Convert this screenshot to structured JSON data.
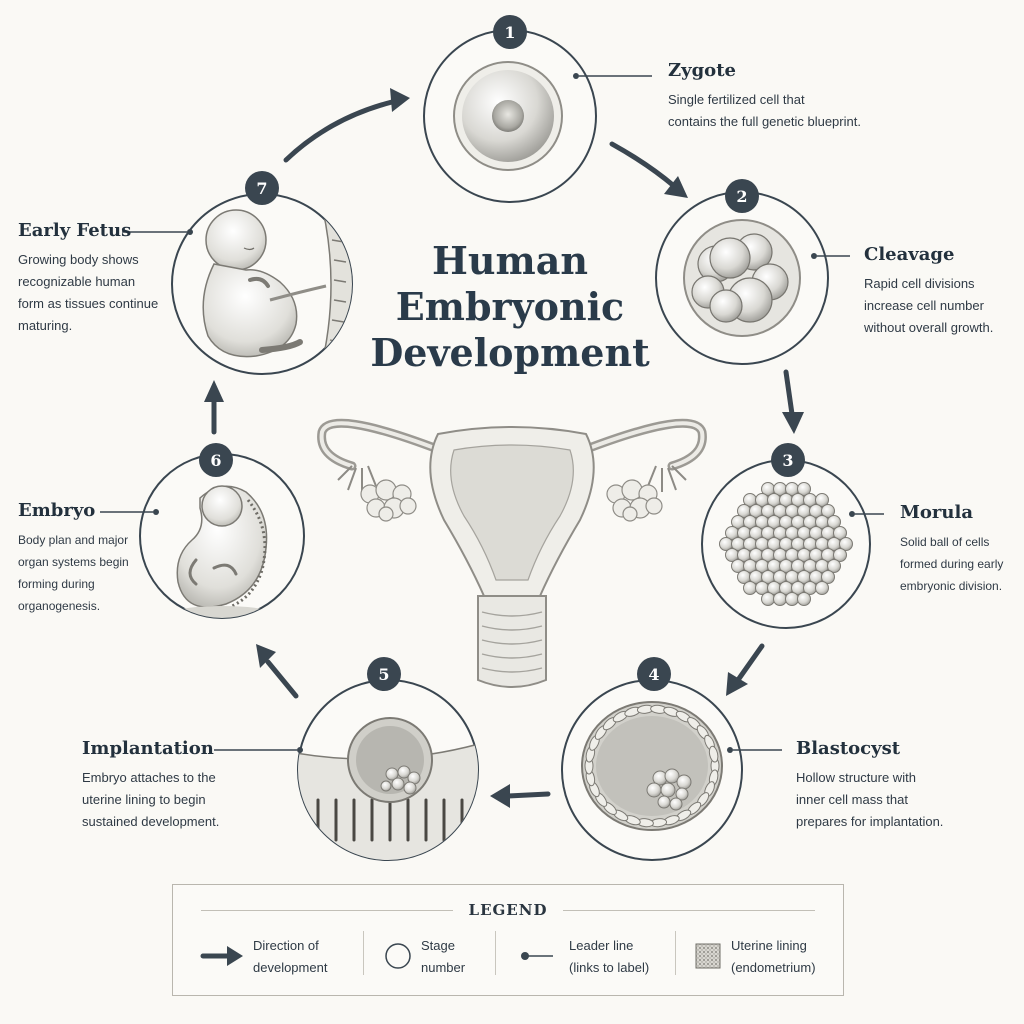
{
  "title": {
    "line1": "Human",
    "line2": "Embryonic",
    "line3": "Development"
  },
  "stages": [
    {
      "number": "1",
      "name": "Zygote",
      "desc": [
        "Single fertilized cell that",
        "contains the full genetic blueprint."
      ]
    },
    {
      "number": "2",
      "name": "Cleavage",
      "desc": [
        "Rapid cell divisions",
        "increase cell number",
        "without overall growth."
      ]
    },
    {
      "number": "3",
      "name": "Morula",
      "desc": [
        "Solid ball of cells",
        "formed during early",
        "embryonic division."
      ]
    },
    {
      "number": "4",
      "name": "Blastocyst",
      "desc": [
        "Hollow structure with",
        "inner cell mass that",
        "prepares for implantation."
      ]
    },
    {
      "number": "5",
      "name": "Implantation",
      "desc": [
        "Embryo attaches to the",
        "uterine lining to begin",
        "sustained development."
      ]
    },
    {
      "number": "6",
      "name": "Embryo",
      "desc": [
        "Body plan and major",
        "organ systems begin",
        "forming during",
        "organogenesis."
      ]
    },
    {
      "number": "7",
      "name": "Early Fetus",
      "desc": [
        "Growing body shows",
        "recognizable human",
        "form as tissues continue",
        "maturing."
      ]
    }
  ],
  "legend": {
    "title": "LEGEND",
    "items": [
      {
        "icon": "arrow-icon",
        "line1": "Direction of",
        "line2": "development"
      },
      {
        "icon": "circle-icon",
        "line1": "Stage",
        "line2": "number"
      },
      {
        "icon": "leader-line-icon",
        "line1": "Leader line",
        "line2": "(links to label)"
      },
      {
        "icon": "texture-swatch-icon",
        "line1": "Uterine lining",
        "line2": "(endometrium)"
      }
    ]
  },
  "colors": {
    "ink": "#2f3a45",
    "badge": "#3a4650",
    "background": "#faf9f5"
  }
}
